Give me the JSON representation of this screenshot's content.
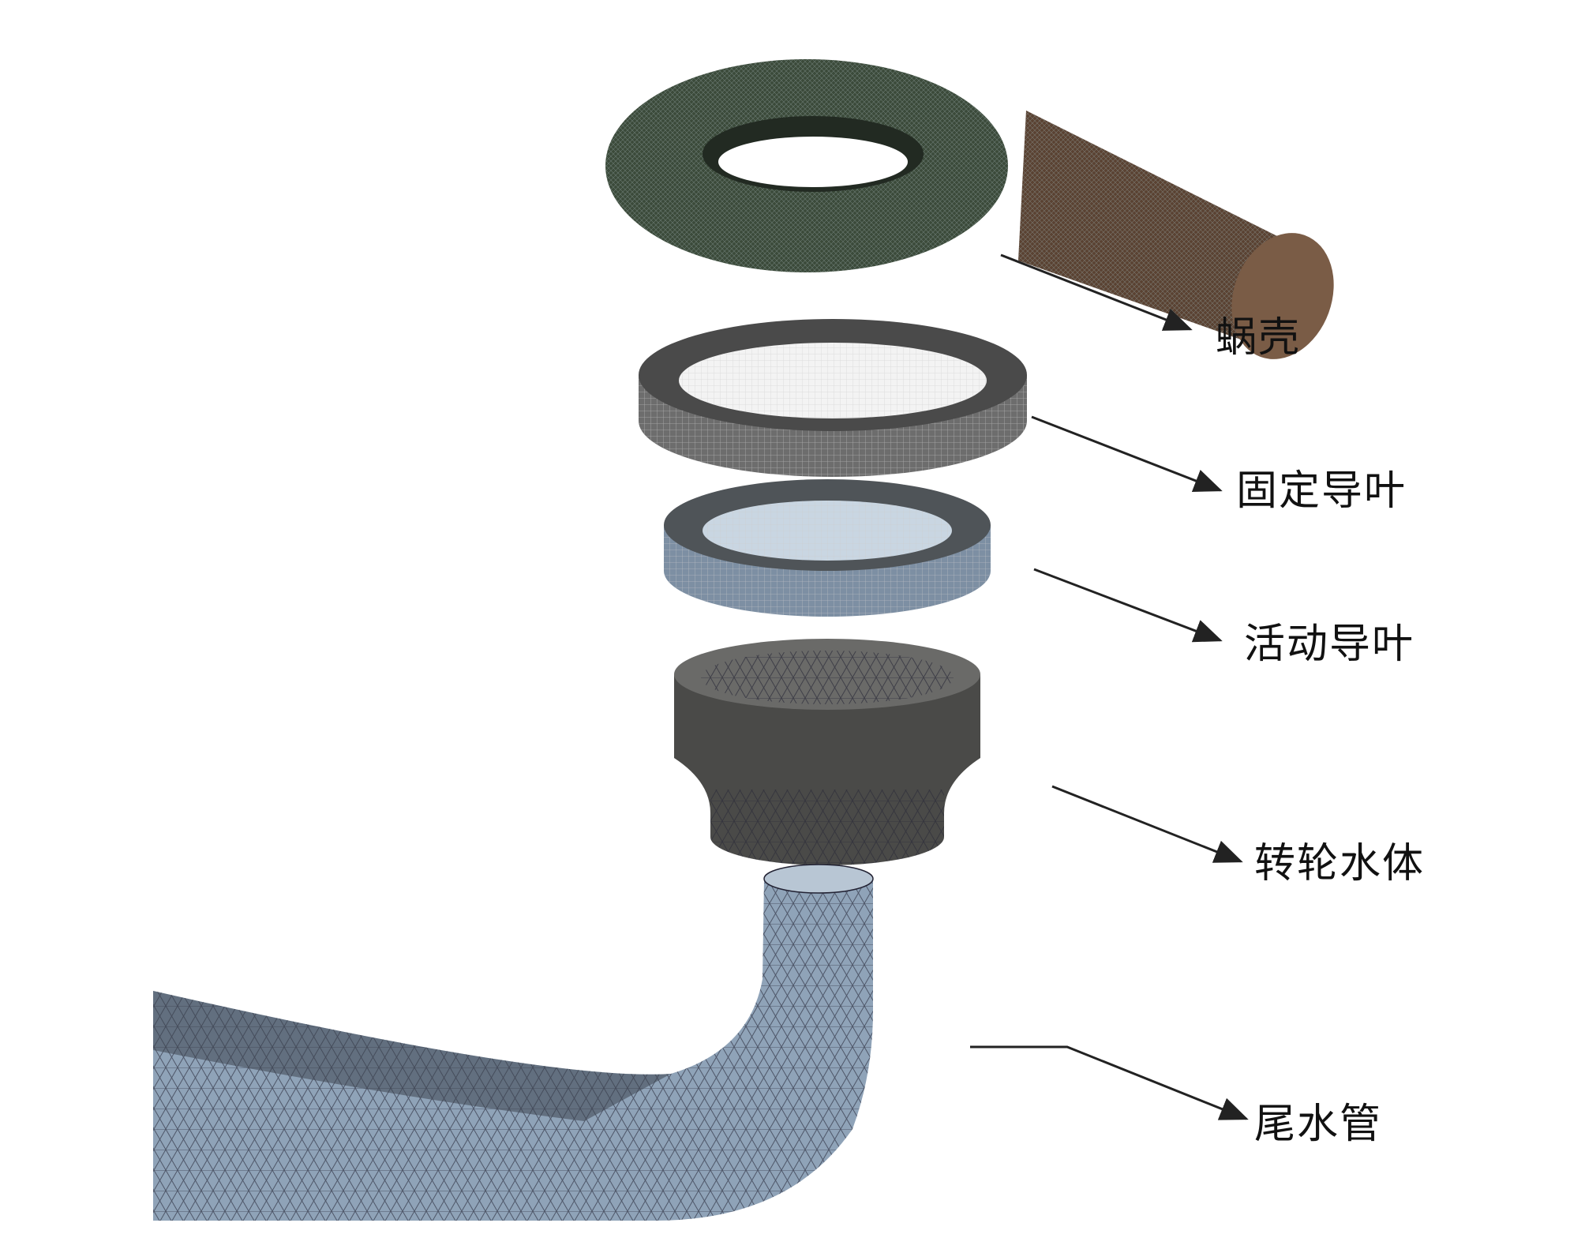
{
  "labels": {
    "volute": "蜗壳",
    "stay_vanes": "固定导叶",
    "guide_vanes": "活动导叶",
    "runner": "转轮水体",
    "draft_tube": "尾水管"
  },
  "colors": {
    "volute": "#3b4a3a",
    "inlet_pipe": "#5a4232",
    "stay_ring": "#6d6d6d",
    "guide_ring": "#7d8fa3",
    "runner": "#4a4a48",
    "draft_tube": "#8fa3b8",
    "arrow": "#222222"
  }
}
